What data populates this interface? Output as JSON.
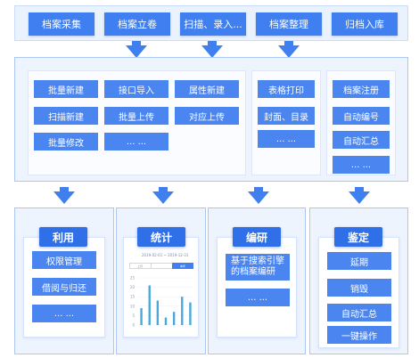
{
  "top_steps": [
    "档案采集",
    "档案立卷",
    "扫描、录入...",
    "档案整理",
    "归档入库"
  ],
  "processing": {
    "group_a": [
      "批量新建",
      "接口导入",
      "属性新建",
      "扫描新建",
      "批量上传",
      "对应上传",
      "批量修改",
      "... ..."
    ],
    "group_b": [
      "表格打印",
      "封面、目录",
      "... ..."
    ],
    "group_c": [
      "档案注册",
      "自动编号",
      "自动汇总",
      "... ..."
    ]
  },
  "modules": {
    "use": {
      "title": "利用",
      "items": [
        "权限管理",
        "借阅与归还",
        "... ..."
      ]
    },
    "stats": {
      "title": "统计",
      "date_range": "2019-02-01  ~  2019-12-31",
      "tabs": [
        "上月",
        "",
        "本年"
      ],
      "y_ticks": [
        "25",
        "20",
        "15",
        "10",
        "5",
        "0"
      ]
    },
    "edit": {
      "title": "编研",
      "items": [
        "基于搜索引擎的档案编研",
        "... ..."
      ]
    },
    "appraisal": {
      "title": "鉴定",
      "items": [
        "延期",
        "销毁",
        "自动汇总",
        "一键操作"
      ]
    }
  },
  "chart_data": {
    "type": "bar",
    "values": [
      9,
      21,
      13,
      4,
      7,
      15,
      12
    ],
    "ylim": [
      0,
      25
    ],
    "color": "#4aa9dc"
  },
  "colors": {
    "primary": "#3f7ff0",
    "tag": "#2f6fe8",
    "panel": "#eef4fe"
  }
}
